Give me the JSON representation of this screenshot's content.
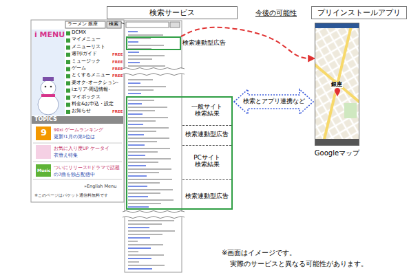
{
  "diagram": {
    "nodes": [
      {
        "text": [
          "検索サービス"
        ]
      },
      {
        "text": [
          "プリインストールアプリ"
        ]
      },
      {
        "text": [
          "検索連動型広告"
        ]
      },
      {
        "text": [
          "一般サイト 検索結果",
          "検索連動型広告",
          "PCサイト 検索結果",
          "検索連動型広告"
        ]
      },
      {
        "text": [
          "Googleマップ"
        ]
      }
    ],
    "edges": [
      {
        "from": 2,
        "to": 4,
        "arrow": "to"
      },
      {
        "from": 3,
        "to": 4,
        "arrow": "both",
        "label": "検索とアプリ連携など"
      }
    ],
    "labels": [
      "今後の可能性",
      "ラーメン 銀座",
      "検索",
      "i MENU",
      "DCMX",
      "マイメニュー",
      "メニューリスト",
      "週刊iガイド",
      "FREE",
      "ミュージック",
      "FREE",
      "ゲーム",
      "FREE",
      "とくするメニュー",
      "FREE",
      "楽オク-オークション-",
      "iエリア-周辺情報-",
      "マイボックス",
      "料金&お申込・設定",
      "お知らせ",
      "FREE",
      "TOPICS",
      "9",
      "90xi ゲームランキング",
      "更新!1月の第1位は",
      "お気に入り度UP ケータイ",
      "衣替え特集",
      "Music",
      "ついにリリース!!ドラマで話題",
      "の7曲を独占配信中",
      "»English Menu",
      "※このページはパケット通信料無料です",
      "銀座",
      "※画面はイメージです。",
      "実際のサービスと異なる可能性があります。"
    ]
  }
}
